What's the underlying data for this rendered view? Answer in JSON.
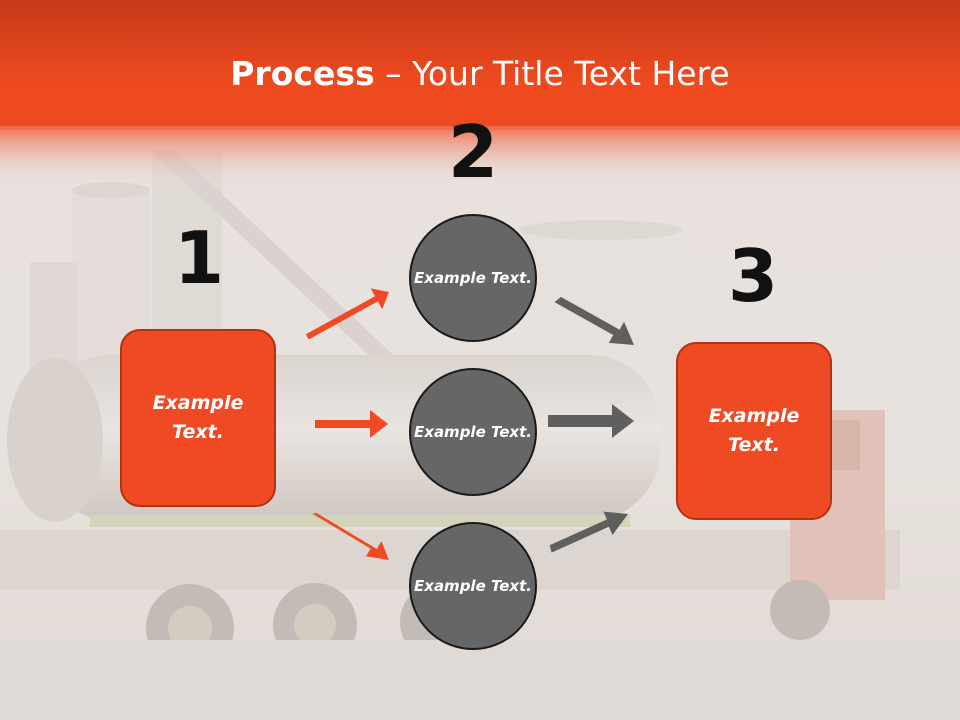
{
  "title": {
    "bold": "Process",
    "rest": " – Your Title Text Here"
  },
  "steps": [
    {
      "number": "1",
      "label": "Example Text."
    },
    {
      "number": "2",
      "labels": [
        "Example Text.",
        "Example Text.",
        "Example Text."
      ]
    },
    {
      "number": "3",
      "label": "Example Text."
    }
  ],
  "colors": {
    "accent": "#ef4a24",
    "circle": "#666666",
    "arrow_orange": "#ef4a24",
    "arrow_gray": "#5f5f5f"
  }
}
